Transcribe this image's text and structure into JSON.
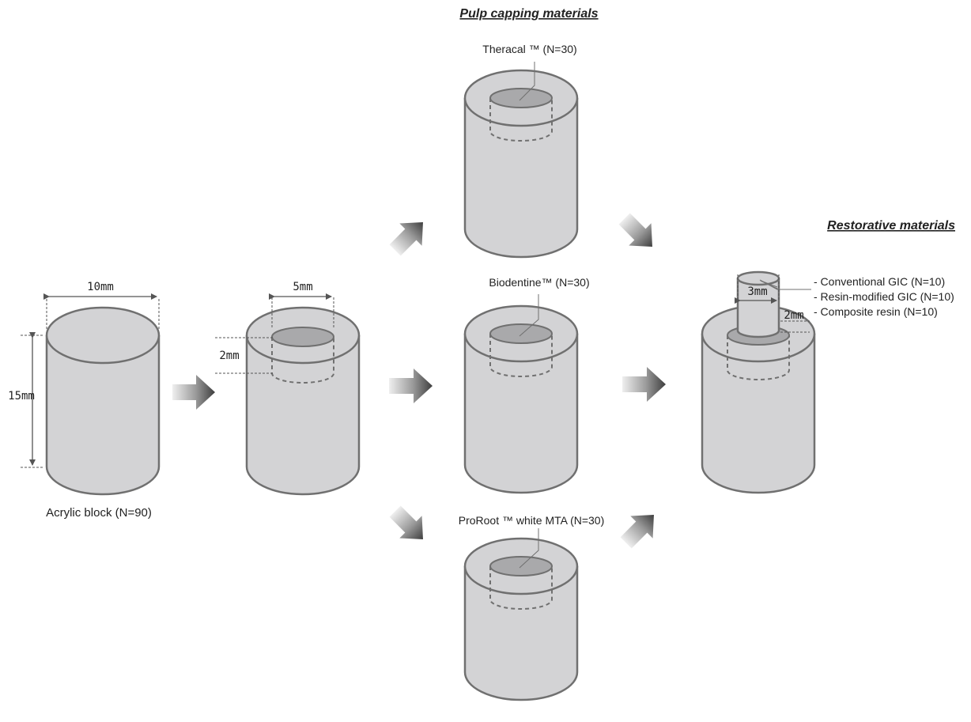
{
  "headers": {
    "pulp_capping": "Pulp capping materials",
    "restorative": "Restorative materials"
  },
  "block": {
    "label": "Acrylic block (N=90)",
    "width_dim": "10mm",
    "height_dim": "15mm"
  },
  "prepared": {
    "width_dim": "5mm",
    "depth_dim": "2mm"
  },
  "pulp_materials": [
    {
      "label": "Theracal ™ (N=30)"
    },
    {
      "label": "Biodentine™ (N=30)"
    },
    {
      "label": "ProRoot ™ white MTA (N=30)"
    }
  ],
  "restoration": {
    "width_dim": "3mm",
    "height_dim": "2mm",
    "materials": [
      "-  Conventional GIC (N=10)",
      "-  Resin-modified GIC (N=10)",
      "-  Composite resin (N=10)"
    ]
  },
  "colors": {
    "block_fill": "#d3d3d5",
    "hole_fill": "#a9a9ab",
    "outline": "#707070"
  }
}
